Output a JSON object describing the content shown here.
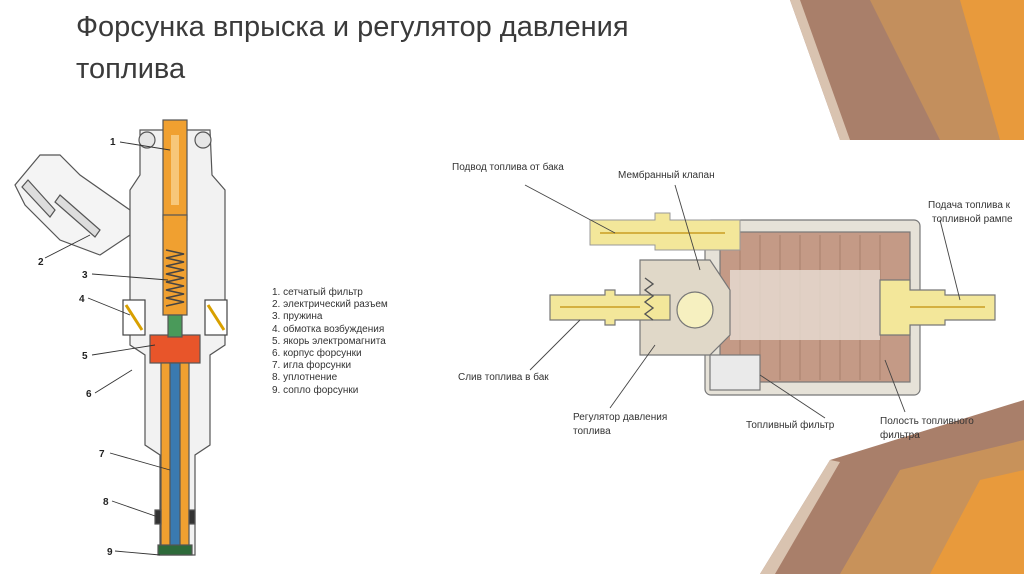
{
  "slide": {
    "title_line1": "Форсунка впрыска и регулятор давления",
    "title_line2": "топлива"
  },
  "injector": {
    "numbers": [
      "1",
      "2",
      "3",
      "4",
      "5",
      "6",
      "7",
      "8",
      "9"
    ],
    "legend": [
      "1.  сетчатый фильтр",
      "2.  электрический разъем",
      "3.  пружина",
      "4.  обмотка возбуждения",
      "5.  якорь электромагнита",
      "6.  корпус форсунки",
      "7.  игла форсунки",
      "8.  уплотнение",
      "9.  сопло форсунки"
    ]
  },
  "regulator": {
    "labels": {
      "supply_from_tank": "Подвод топлива от бака",
      "membrane_valve": "Мембранный клапан",
      "feed_line1": "Подача топлива к",
      "feed_line2": "топливной рампе",
      "return_to_tank": "Слив топлива в бак",
      "regulator_line1": "Регулятор давления",
      "regulator_line2": "топлива",
      "fuel_filter": "Топливный фильтр",
      "cavity_line1": "Полость топливного",
      "cavity_line2": "фильтра"
    }
  },
  "colors": {
    "deco_brown": "#a0715a",
    "deco_orange": "#e89a3c",
    "deco_tan": "#c8a27a",
    "fuel_yellow": "#f3e79a",
    "coil_copper": "#c49a86",
    "injector_orange": "#f0a030",
    "armature_red": "#e8552a"
  }
}
